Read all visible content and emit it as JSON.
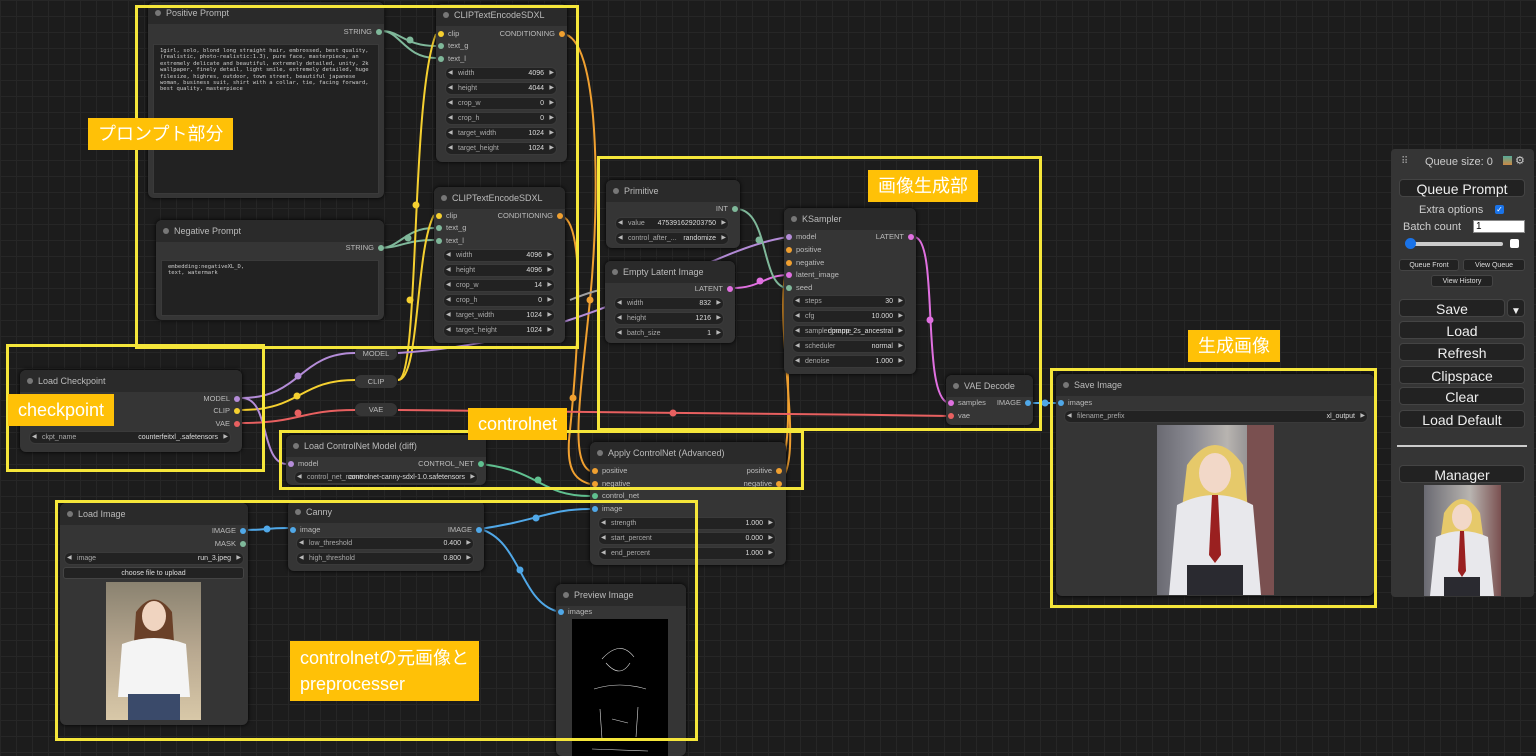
{
  "annotations": {
    "prompt": "プロンプト部分",
    "generation": "画像生成部",
    "output": "生成画像",
    "checkpoint": "checkpoint",
    "controlnet": "controlnet",
    "source": "controlnetの元画像と\npreprocesser"
  },
  "nodes": {
    "positive_prompt": {
      "title": "Positive Prompt",
      "out": "STRING",
      "text": "1girl, solo, blond long straight hair, embrossed, best quality, (realistic, photo-realistic:1.3), pure face, masterpiece, an extremely delicate and beautiful, extremely detailed, unity, 2k wallpaper, finely detail, light smile, extremely detailed, huge filesize, highres, outdoor, town street, beautiful japanese woman, business suit, shirt with a collar, tie, facing forward,\nbest quality, masterpiece"
    },
    "negative_prompt": {
      "title": "Negative Prompt",
      "out": "STRING",
      "text": "embedding:negativeXL_D,\ntext, watermark"
    },
    "clip_top": {
      "title": "CLIPTextEncodeSDXL",
      "in_clip": "clip",
      "in_text_g": "text_g",
      "in_text_l": "text_l",
      "out": "CONDITIONING",
      "widgets": [
        {
          "l": "width",
          "v": "4096"
        },
        {
          "l": "height",
          "v": "4044"
        },
        {
          "l": "crop_w",
          "v": "0"
        },
        {
          "l": "crop_h",
          "v": "0"
        },
        {
          "l": "target_width",
          "v": "1024"
        },
        {
          "l": "target_height",
          "v": "1024"
        }
      ]
    },
    "clip_bottom": {
      "title": "CLIPTextEncodeSDXL",
      "in_clip": "clip",
      "in_text_g": "text_g",
      "in_text_l": "text_l",
      "out": "CONDITIONING",
      "widgets": [
        {
          "l": "width",
          "v": "4096"
        },
        {
          "l": "height",
          "v": "4096"
        },
        {
          "l": "crop_w",
          "v": "14"
        },
        {
          "l": "crop_h",
          "v": "0"
        },
        {
          "l": "target_width",
          "v": "1024"
        },
        {
          "l": "target_height",
          "v": "1024"
        }
      ]
    },
    "primitive": {
      "title": "Primitive",
      "out": "INT",
      "widgets": [
        {
          "l": "value",
          "v": "475391629203750"
        },
        {
          "l": "control_after_...",
          "v": "randomize"
        }
      ]
    },
    "empty_latent": {
      "title": "Empty Latent Image",
      "out": "LATENT",
      "widgets": [
        {
          "l": "width",
          "v": "832"
        },
        {
          "l": "height",
          "v": "1216"
        },
        {
          "l": "batch_size",
          "v": "1"
        }
      ]
    },
    "ksampler": {
      "title": "KSampler",
      "out": "LATENT",
      "inputs": [
        "model",
        "positive",
        "negative",
        "latent_image",
        "seed"
      ],
      "widgets": [
        {
          "l": "steps",
          "v": "30"
        },
        {
          "l": "cfg",
          "v": "10.000"
        },
        {
          "l": "sampler_name",
          "v": "dpmpp_2s_ancestral"
        },
        {
          "l": "scheduler",
          "v": "normal"
        },
        {
          "l": "denoise",
          "v": "1.000"
        }
      ]
    },
    "vae_decode": {
      "title": "VAE Decode",
      "in_samples": "samples",
      "in_vae": "vae",
      "out": "IMAGE"
    },
    "save_image": {
      "title": "Save Image",
      "in": "images",
      "w_label": "filename_prefix",
      "w_value": "xl_output"
    },
    "load_checkpoint": {
      "title": "Load Checkpoint",
      "out_model": "MODEL",
      "out_clip": "CLIP",
      "out_vae": "VAE",
      "w_label": "ckpt_name",
      "w_value": "counterfeitxl_.safetensors"
    },
    "reroute_model": "MODEL",
    "reroute_clip": "CLIP",
    "reroute_vae": "VAE",
    "load_controlnet": {
      "title": "Load ControlNet Model (diff)",
      "in": "model",
      "out": "CONTROL_NET",
      "w_label": "control_net_name",
      "w_value": "controlnet-canny-sdxl-1.0.safetensors"
    },
    "apply_controlnet": {
      "title": "Apply ControlNet (Advanced)",
      "inputs": [
        "positive",
        "negative",
        "control_net",
        "image"
      ],
      "out_pos": "positive",
      "out_neg": "negative",
      "widgets": [
        {
          "l": "strength",
          "v": "1.000"
        },
        {
          "l": "start_percent",
          "v": "0.000"
        },
        {
          "l": "end_percent",
          "v": "1.000"
        }
      ]
    },
    "load_image": {
      "title": "Load Image",
      "out_image": "IMAGE",
      "out_mask": "MASK",
      "w_label": "image",
      "w_value": "run_3.jpeg",
      "upload": "choose file to upload"
    },
    "canny": {
      "title": "Canny",
      "in": "image",
      "out": "IMAGE",
      "widgets": [
        {
          "l": "low_threshold",
          "v": "0.400"
        },
        {
          "l": "high_threshold",
          "v": "0.800"
        }
      ]
    },
    "preview": {
      "title": "Preview Image",
      "in": "images"
    }
  },
  "panel": {
    "queue_size": "Queue size: 0",
    "queue_prompt": "Queue Prompt",
    "extra_options": "Extra options",
    "batch_count_label": "Batch count",
    "batch_count_value": "1",
    "queue_front": "Queue Front",
    "view_queue": "View Queue",
    "view_history": "View History",
    "save": "Save",
    "load": "Load",
    "refresh": "Refresh",
    "clipspace": "Clipspace",
    "clear": "Clear",
    "load_default": "Load Default",
    "manager": "Manager"
  }
}
